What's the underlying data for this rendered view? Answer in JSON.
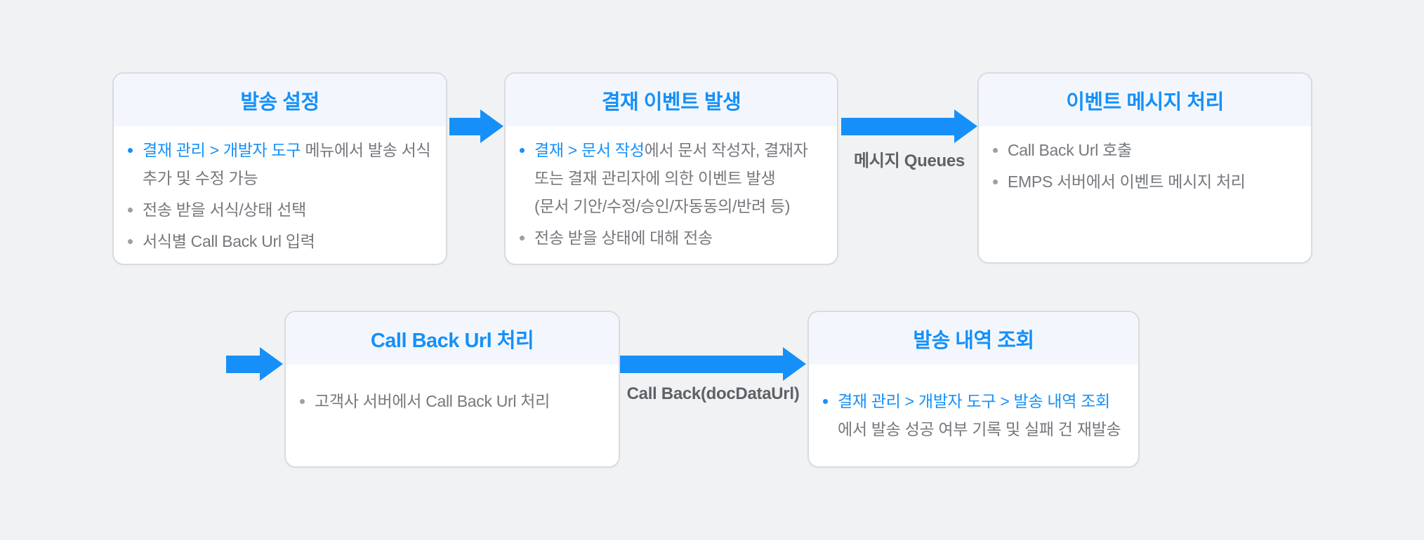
{
  "colors": {
    "page_bg": "#F1F2F4",
    "accent": "#1690F8",
    "box_border": "#D9DBDF",
    "box_header_bg": "#F3F7FD",
    "box_body_bg": "#FFFFFF",
    "text_muted": "#75787D",
    "label_gray": "#5E6267",
    "dot_muted": "#9AA0A6"
  },
  "boxes": [
    {
      "key": "send-settings",
      "title": "발송 설정",
      "bullets": [
        {
          "dot": "accent",
          "segments": [
            {
              "style": "accent",
              "text": "결재 관리 > 개발자 도구"
            },
            {
              "style": "muted",
              "text": " 메뉴에서 발송 서식\n추가 및 수정 가능"
            }
          ]
        },
        {
          "dot": "muted",
          "segments": [
            {
              "style": "muted",
              "text": "전송 받을 서식/상태 선택"
            }
          ]
        },
        {
          "dot": "muted",
          "segments": [
            {
              "style": "muted",
              "text": "서식별 Call Back Url 입력"
            }
          ]
        }
      ]
    },
    {
      "key": "approval-event",
      "title": "결재 이벤트 발생",
      "bullets": [
        {
          "dot": "accent",
          "segments": [
            {
              "style": "accent",
              "text": "결재 > 문서 작성"
            },
            {
              "style": "muted",
              "text": "에서 문서 작성자, 결재자\n또는 결재 관리자에 의한 이벤트 발생\n(문서 기안/수정/승인/자동동의/반려 등)"
            }
          ]
        },
        {
          "dot": "muted",
          "segments": [
            {
              "style": "muted",
              "text": "전송 받을 상태에 대해 전송"
            }
          ]
        }
      ]
    },
    {
      "key": "event-message-processing",
      "title": "이벤트 메시지 처리",
      "bullets": [
        {
          "dot": "muted",
          "segments": [
            {
              "style": "muted",
              "text": "Call Back Url 호출"
            }
          ]
        },
        {
          "dot": "muted",
          "segments": [
            {
              "style": "muted",
              "text": "EMPS 서버에서 이벤트 메시지 처리"
            }
          ]
        }
      ]
    },
    {
      "key": "callback-url-processing",
      "title": "Call Back Url 처리",
      "bullets": [
        {
          "dot": "muted",
          "segments": [
            {
              "style": "muted",
              "text": "고객사 서버에서 Call Back Url 처리"
            }
          ]
        }
      ]
    },
    {
      "key": "send-history",
      "title": "발송 내역 조회",
      "bullets": [
        {
          "dot": "accent",
          "segments": [
            {
              "style": "accent",
              "text": "결재 관리 > 개발자 도구 > 발송 내역 조회"
            },
            {
              "style": "muted",
              "text": "\n에서 발송 성공 여부 기록 및 실패 건 재발송"
            }
          ]
        }
      ]
    }
  ],
  "arrows": [
    {
      "key": "arrow-send-to-event",
      "label": ""
    },
    {
      "key": "arrow-message-queues",
      "label": "메시지 Queues"
    },
    {
      "key": "arrow-into-callback",
      "label": ""
    },
    {
      "key": "arrow-callback-docdataurl",
      "label": "Call Back(docDataUrl)"
    }
  ]
}
